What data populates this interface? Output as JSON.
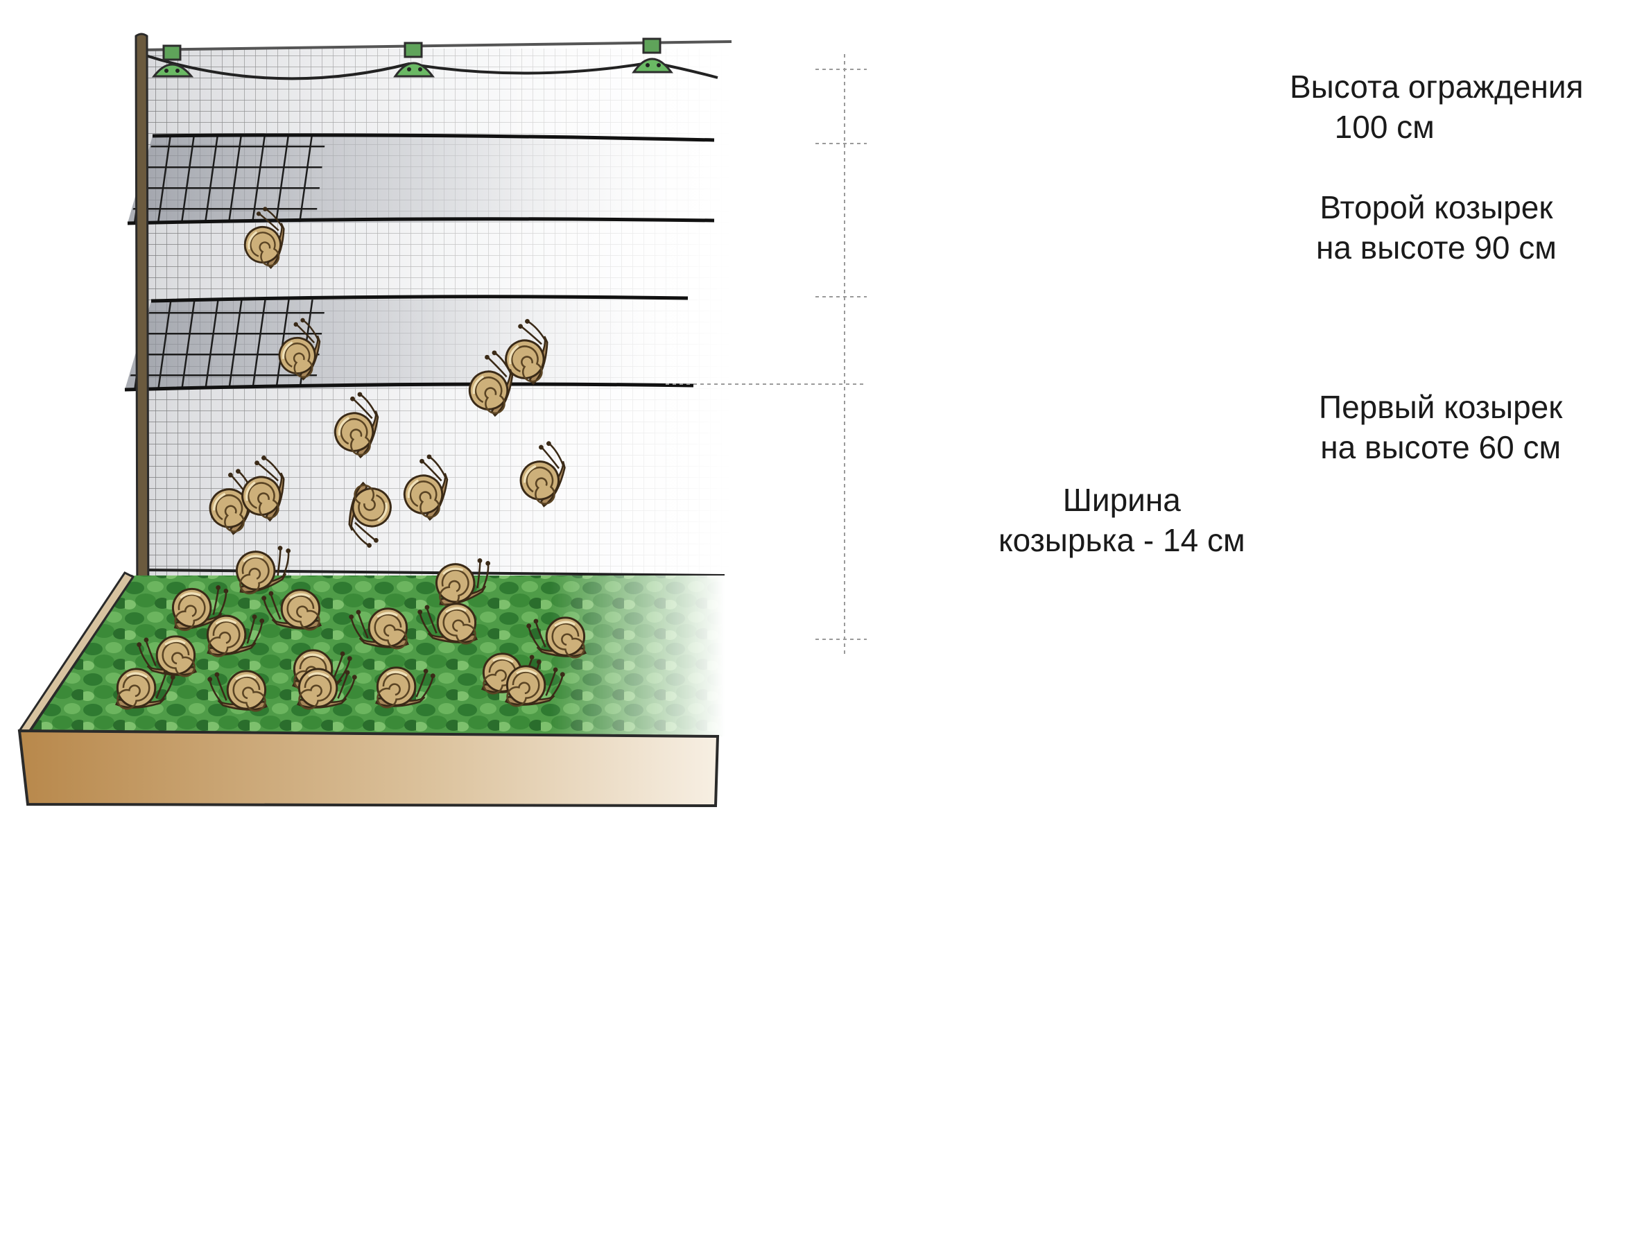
{
  "labels": {
    "fence_height": {
      "line1": "Высота ограждения",
      "line2": "100 см"
    },
    "second_visor": {
      "line1": "Второй козырек",
      "line2": "на высоте 90 см"
    },
    "first_visor": {
      "line1": "Первый козырек",
      "line2": "на высоте 60 см"
    },
    "visor_width": {
      "line1": "Ширина",
      "line2": "козырька - 14 см"
    }
  },
  "colors": {
    "net": "#1c1c1c",
    "post": "#6b5a3e",
    "clip": "#5fa35a",
    "greens": "#3f8f3c",
    "board": "#c89c63",
    "snail_shell": "#c9ab73",
    "snail_body": "#a8875a"
  },
  "icons": [
    "snail-icon",
    "net-clip-icon"
  ]
}
